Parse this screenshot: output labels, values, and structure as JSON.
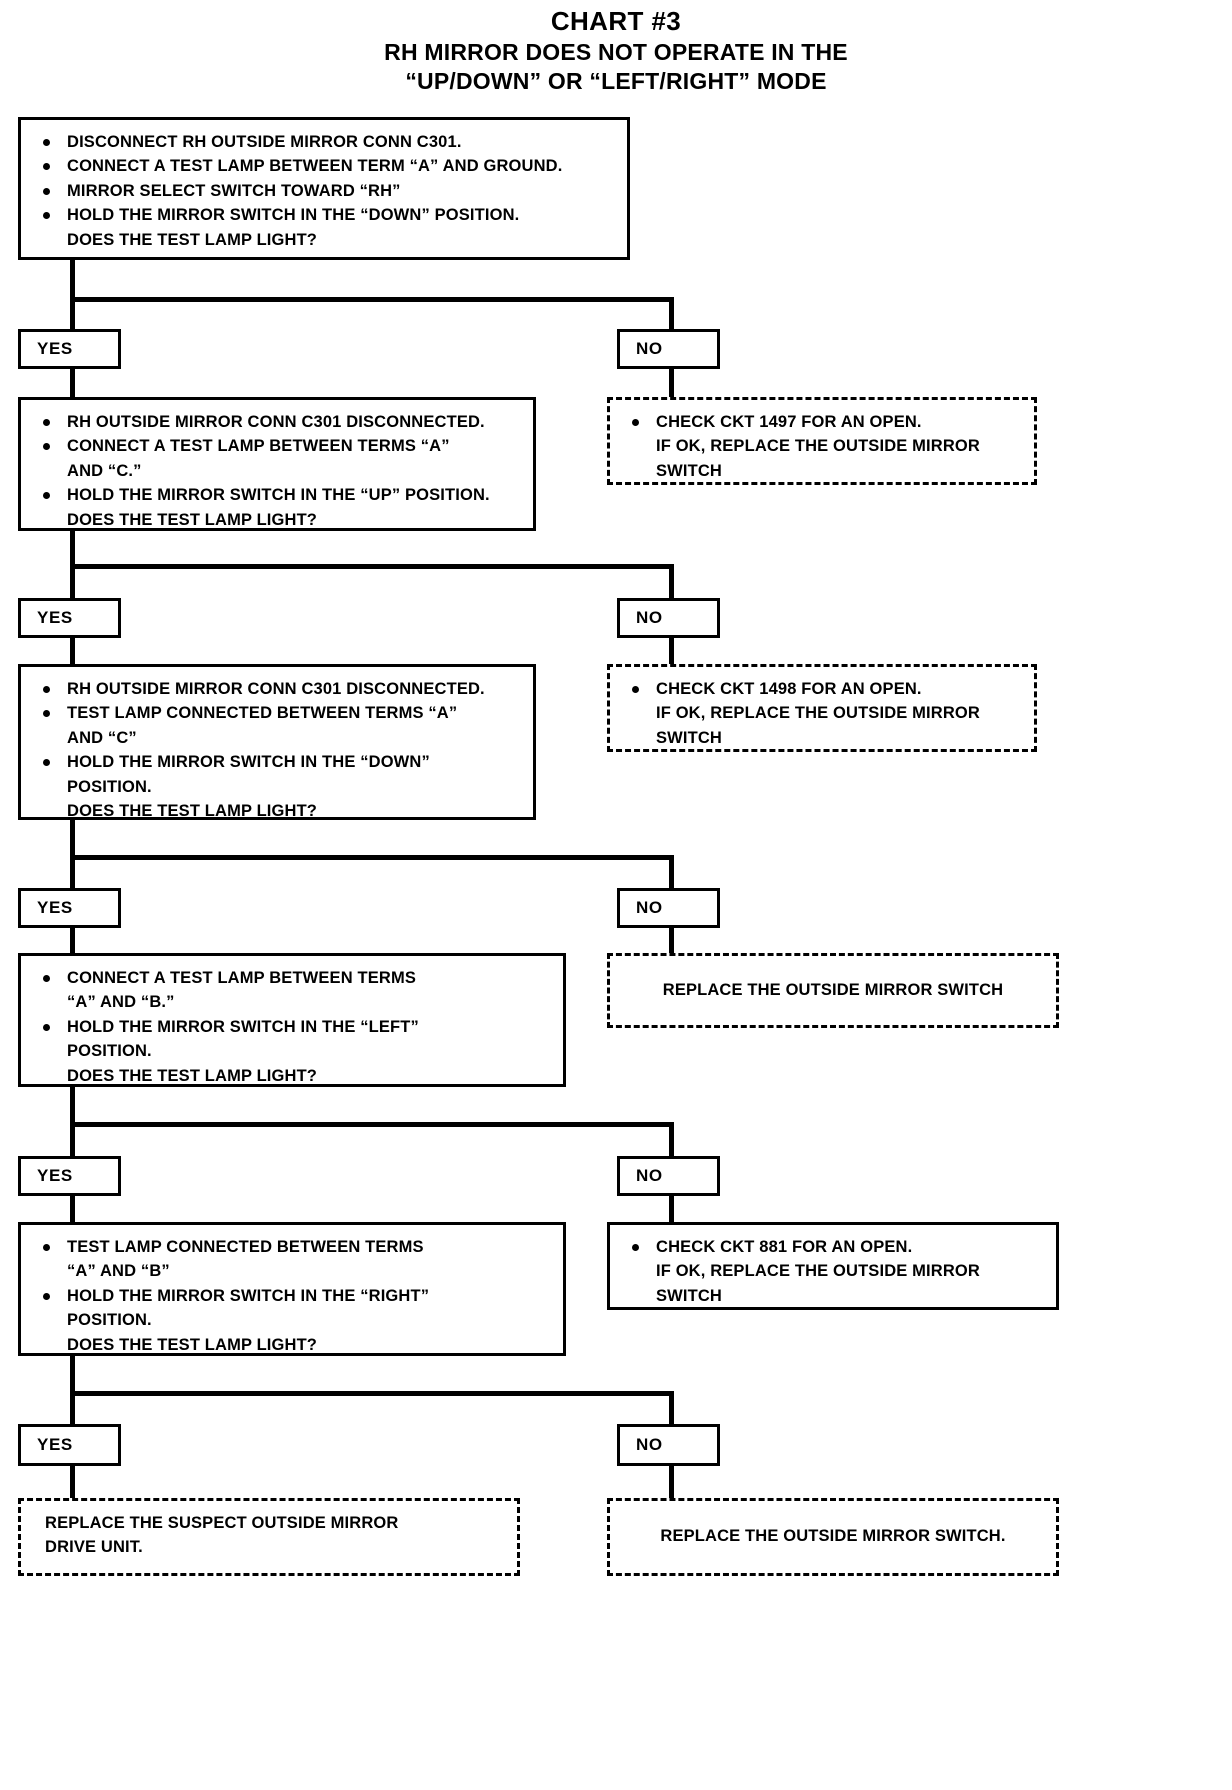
{
  "title": {
    "chart_number": "CHART #3",
    "line1": "RH MIRROR DOES NOT OPERATE IN THE",
    "line2": "“UP/DOWN” OR “LEFT/RIGHT” MODE"
  },
  "labels": {
    "yes": "YES",
    "no": "NO"
  },
  "steps": [
    {
      "id": "step-1",
      "lines": [
        {
          "bullet": true,
          "text": "DISCONNECT RH OUTSIDE MIRROR CONN C301."
        },
        {
          "bullet": true,
          "text": "CONNECT A TEST LAMP BETWEEN TERM “A” AND GROUND."
        },
        {
          "bullet": true,
          "text": "MIRROR SELECT SWITCH TOWARD “RH”"
        },
        {
          "bullet": true,
          "text": "HOLD THE MIRROR SWITCH IN THE “DOWN” POSITION."
        },
        {
          "bullet": false,
          "text": "DOES THE TEST LAMP LIGHT?"
        }
      ]
    },
    {
      "id": "step-2",
      "lines": [
        {
          "bullet": true,
          "text": "RH OUTSIDE MIRROR CONN C301 DISCONNECTED."
        },
        {
          "bullet": true,
          "text": "CONNECT A TEST LAMP BETWEEN TERMS “A”"
        },
        {
          "bullet": false,
          "text": "AND “C.”"
        },
        {
          "bullet": true,
          "text": "HOLD THE MIRROR SWITCH IN THE “UP” POSITION."
        },
        {
          "bullet": false,
          "text": "DOES THE TEST LAMP LIGHT?"
        }
      ]
    },
    {
      "id": "step-3",
      "lines": [
        {
          "bullet": true,
          "text": "RH OUTSIDE MIRROR CONN C301 DISCONNECTED."
        },
        {
          "bullet": true,
          "text": "TEST LAMP CONNECTED BETWEEN TERMS “A”"
        },
        {
          "bullet": false,
          "text": "AND “C”"
        },
        {
          "bullet": true,
          "text": "HOLD THE MIRROR SWITCH IN THE “DOWN”"
        },
        {
          "bullet": false,
          "text": "POSITION."
        },
        {
          "bullet": false,
          "text": "DOES THE TEST LAMP LIGHT?"
        }
      ]
    },
    {
      "id": "step-4",
      "lines": [
        {
          "bullet": true,
          "text": "CONNECT A TEST LAMP BETWEEN TERMS"
        },
        {
          "bullet": false,
          "text": "“A” AND “B.”"
        },
        {
          "bullet": true,
          "text": "HOLD THE MIRROR SWITCH IN THE “LEFT”"
        },
        {
          "bullet": false,
          "text": "POSITION."
        },
        {
          "bullet": false,
          "text": "DOES THE TEST LAMP LIGHT?"
        }
      ]
    },
    {
      "id": "step-5",
      "lines": [
        {
          "bullet": true,
          "text": "TEST LAMP CONNECTED BETWEEN TERMS"
        },
        {
          "bullet": false,
          "text": "“A” AND “B”"
        },
        {
          "bullet": true,
          "text": "HOLD THE MIRROR SWITCH IN THE “RIGHT”"
        },
        {
          "bullet": false,
          "text": "POSITION."
        },
        {
          "bullet": false,
          "text": "DOES THE TEST LAMP LIGHT?"
        }
      ]
    }
  ],
  "outcomes": [
    {
      "id": "outcome-1",
      "style": "dashed",
      "lines": [
        {
          "bullet": true,
          "text": "CHECK CKT 1497 FOR AN OPEN."
        },
        {
          "bullet": false,
          "text": "IF OK, REPLACE THE OUTSIDE MIRROR"
        },
        {
          "bullet": false,
          "text": "SWITCH"
        }
      ]
    },
    {
      "id": "outcome-2",
      "style": "dashed",
      "lines": [
        {
          "bullet": true,
          "text": "CHECK CKT 1498 FOR AN OPEN."
        },
        {
          "bullet": false,
          "text": "IF OK, REPLACE THE OUTSIDE MIRROR"
        },
        {
          "bullet": false,
          "text": "SWITCH"
        }
      ]
    },
    {
      "id": "outcome-3",
      "style": "dashed",
      "text": "REPLACE THE OUTSIDE MIRROR SWITCH"
    },
    {
      "id": "outcome-4",
      "style": "solid",
      "lines": [
        {
          "bullet": true,
          "text": "CHECK CKT 881 FOR AN OPEN."
        },
        {
          "bullet": false,
          "text": "IF OK, REPLACE THE OUTSIDE MIRROR"
        },
        {
          "bullet": false,
          "text": "SWITCH"
        }
      ]
    },
    {
      "id": "outcome-5",
      "style": "dashed",
      "lines": [
        {
          "bullet": false,
          "text": "REPLACE THE SUSPECT OUTSIDE MIRROR"
        },
        {
          "bullet": false,
          "text": "DRIVE UNIT."
        }
      ]
    },
    {
      "id": "outcome-6",
      "style": "dashed",
      "text": "REPLACE THE OUTSIDE MIRROR SWITCH."
    }
  ]
}
